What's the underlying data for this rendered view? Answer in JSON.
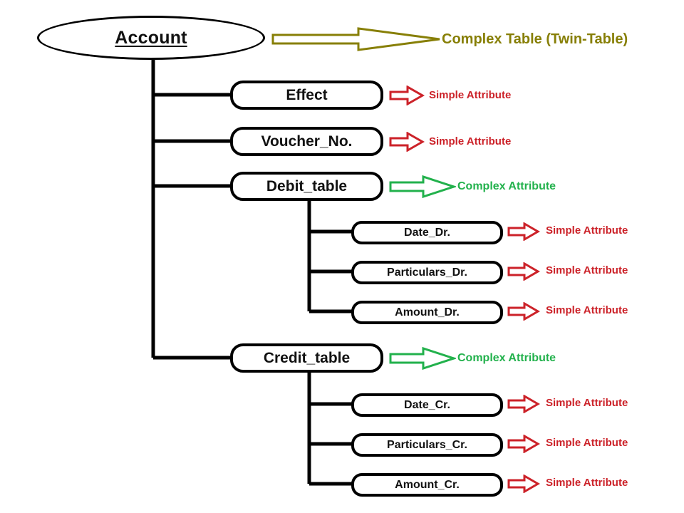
{
  "diagram": {
    "title": "Account",
    "background_color": "#ffffff",
    "colors": {
      "line": "#000000",
      "simple_attribute": "#cc2229",
      "complex_attribute": "#22b14c",
      "complex_table": "#877f06"
    },
    "root": {
      "label": "Account",
      "shape": "ellipse",
      "annotation": "Complex Table (Twin-Table)",
      "annotation_color": "#877f06",
      "arrow_icon": "long-block-arrow-right-icon"
    },
    "legend_labels": {
      "simple": "Simple Attribute",
      "complex": "Complex Attribute",
      "twin_table": "Complex Table (Twin-Table)"
    },
    "attributes": [
      {
        "label": "Effect",
        "level": 1,
        "annotation": "Simple Attribute",
        "annotation_kind": "simple",
        "arrow_icon": "block-arrow-right-icon"
      },
      {
        "label": "Voucher_No.",
        "level": 1,
        "annotation": "Simple Attribute",
        "annotation_kind": "simple",
        "arrow_icon": "block-arrow-right-icon"
      },
      {
        "label": "Debit_table",
        "level": 1,
        "annotation": "Complex Attribute",
        "annotation_kind": "complex",
        "arrow_icon": "block-arrow-right-icon",
        "children": [
          {
            "label": "Date_Dr.",
            "level": 2,
            "annotation": "Simple Attribute",
            "annotation_kind": "simple",
            "arrow_icon": "block-arrow-right-icon"
          },
          {
            "label": "Particulars_Dr.",
            "level": 2,
            "annotation": "Simple Attribute",
            "annotation_kind": "simple",
            "arrow_icon": "block-arrow-right-icon"
          },
          {
            "label": "Amount_Dr.",
            "level": 2,
            "annotation": "Simple Attribute",
            "annotation_kind": "simple",
            "arrow_icon": "block-arrow-right-icon"
          }
        ]
      },
      {
        "label": "Credit_table",
        "level": 1,
        "annotation": "Complex Attribute",
        "annotation_kind": "complex",
        "arrow_icon": "block-arrow-right-icon",
        "children": [
          {
            "label": "Date_Cr.",
            "level": 2,
            "annotation": "Simple Attribute",
            "annotation_kind": "simple",
            "arrow_icon": "block-arrow-right-icon"
          },
          {
            "label": "Particulars_Cr.",
            "level": 2,
            "annotation": "Simple Attribute",
            "annotation_kind": "simple",
            "arrow_icon": "block-arrow-right-icon"
          },
          {
            "label": "Amount_Cr.",
            "level": 2,
            "annotation": "Simple Attribute",
            "annotation_kind": "simple",
            "arrow_icon": "block-arrow-right-icon"
          }
        ]
      }
    ]
  }
}
